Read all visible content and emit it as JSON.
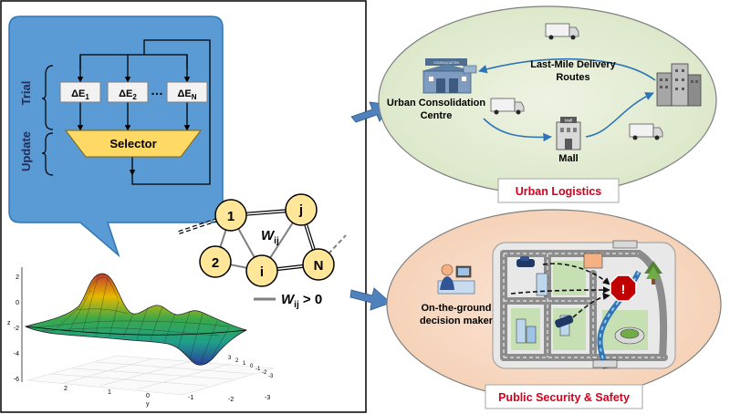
{
  "left_panel": {
    "trial_label": "Trial",
    "update_label": "Update",
    "delta_symbol": "ΔE",
    "box_subscripts": [
      "1",
      "2",
      "N"
    ],
    "ellipsis": "…",
    "selector_label": "Selector"
  },
  "network": {
    "node_labels": [
      "1",
      "j",
      "2",
      "i",
      "N"
    ],
    "weight_label": "W",
    "weight_sub": "ij",
    "legend_w": "W",
    "legend_sub": "ij",
    "legend_rest": " > 0"
  },
  "surface_plot": {
    "z_label": "z",
    "z_ticks": [
      "2",
      "0",
      "-2",
      "-4",
      "-6"
    ],
    "x_ticks": [
      "2",
      "1",
      "0",
      "-1",
      "-2",
      "-3"
    ],
    "x_axis_label": "y",
    "y_ticks": [
      "3",
      "2",
      "1",
      "0",
      "-1",
      "-2",
      "-3"
    ]
  },
  "urban_logistics": {
    "consolidation_line1": "Urban Consolidation",
    "consolidation_line2": "Centre",
    "sign_text": "CONSOLIDATION",
    "routes_line1": "Last-Mile Delivery",
    "routes_line2": "Routes",
    "mall_label": "Mall",
    "mall_sign": "Mall",
    "caption": "Urban Logistics",
    "caption_color": "#d6001c"
  },
  "public_safety": {
    "decision_line1": "On-the-ground",
    "decision_line2": "decision maker",
    "alert_symbol": "!",
    "caption": "Public Security & Safety",
    "caption_color": "#d6001c"
  }
}
